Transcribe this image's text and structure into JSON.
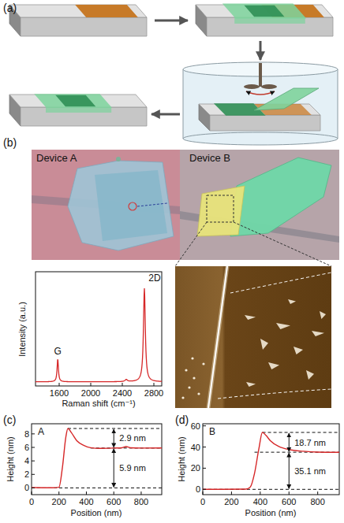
{
  "diagram": {
    "labels": [
      "(a)",
      "(b)",
      "Device A",
      "Device B",
      "G",
      "2D",
      "Intensity (a.u.)",
      "Raman shift (cm⁻¹)",
      "1600",
      "2000",
      "2400",
      "2800",
      "(c)",
      "A",
      "Height (nm)",
      "0",
      "2",
      "4",
      "6",
      "8",
      "0",
      "200",
      "400",
      "600",
      "800",
      "Position (nm)",
      "2.9 nm",
      "5.9 nm",
      "(d)",
      "B",
      "Height (nm)",
      "0",
      "20",
      "40",
      "60",
      "0",
      "200",
      "400",
      "600",
      "800",
      "Position (nm)",
      "18.7 nm",
      "35.1 nm"
    ]
  }
}
